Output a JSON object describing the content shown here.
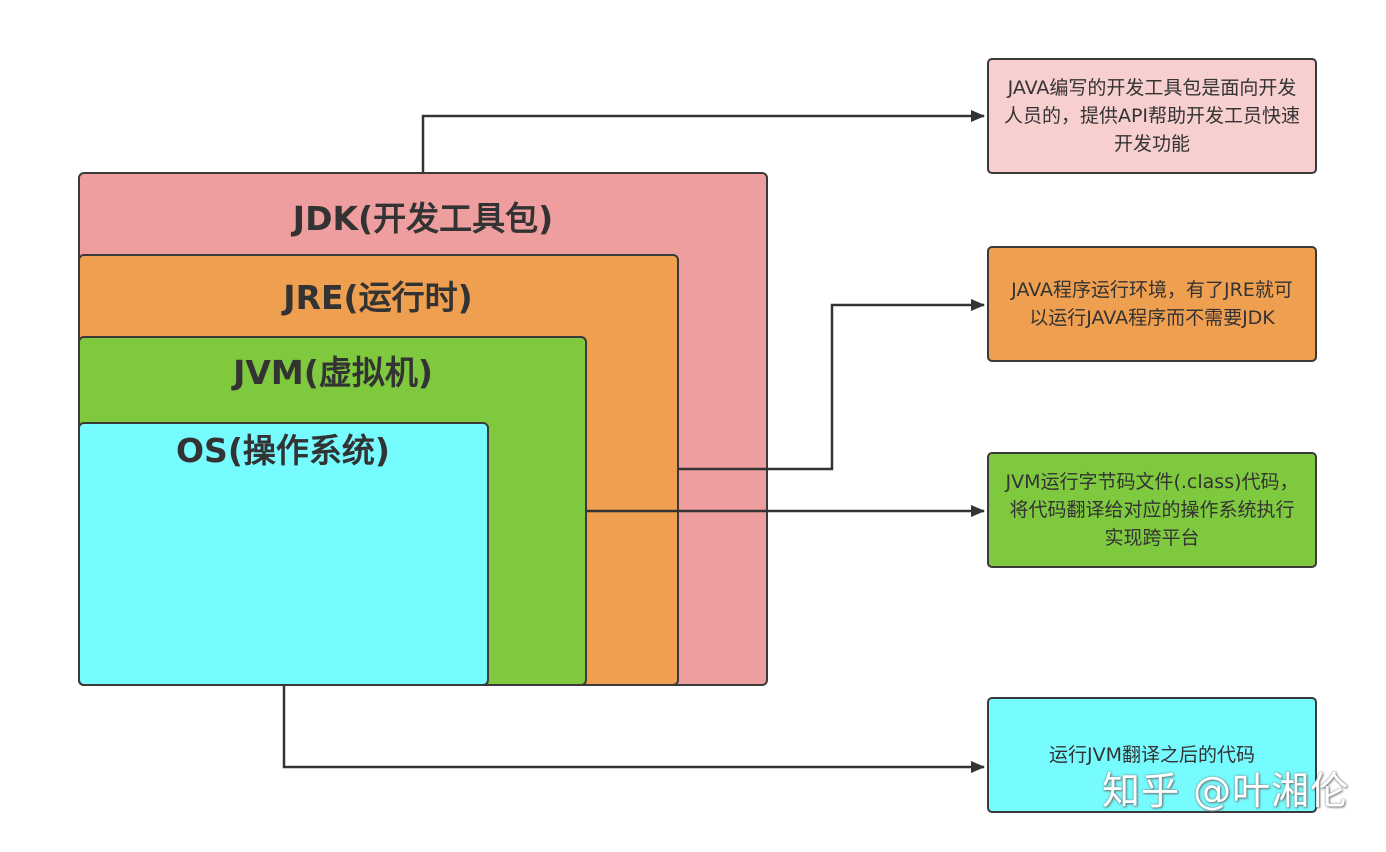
{
  "layers": {
    "jdk": {
      "title": "JDK(开发工具包)",
      "color": "#ee9e9e"
    },
    "jre": {
      "title": "JRE(运行时)",
      "color": "#ef9f50"
    },
    "jvm": {
      "title": "JVM(虚拟机)",
      "color": "#7fc93f"
    },
    "os": {
      "title": "OS(操作系统)",
      "color": "#76fbff"
    }
  },
  "notes": {
    "jdk": {
      "text": "JAVA编写的开发工具包是面向开发人员的，提供API帮助开发工员快速开发功能",
      "color": "#f7cfcf"
    },
    "jre": {
      "text": "JAVA程序运行环境，有了JRE就可以运行JAVA程序而不需要JDK",
      "color": "#ef9f50"
    },
    "jvm": {
      "text": "JVM运行字节码文件(.class)代码，将代码翻译给对应的操作系统执行实现跨平台",
      "color": "#7fc93f"
    },
    "os": {
      "text": "运行JVM翻译之后的代码",
      "color": "#76fbff"
    }
  },
  "watermark": "知乎 @叶湘伦"
}
